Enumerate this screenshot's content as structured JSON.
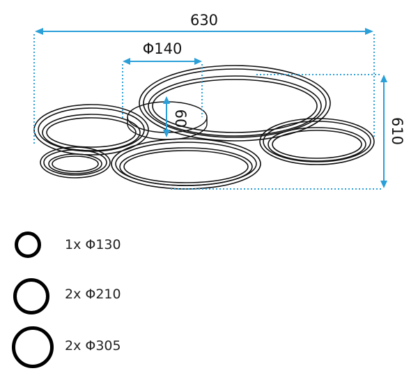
{
  "dimensions": {
    "overall_width": "630",
    "ring_diameter": "Φ140",
    "depth": "60",
    "overall_length": "610"
  },
  "legend": [
    {
      "label": "1x Φ130",
      "icon": "ring-icon-small"
    },
    {
      "label": "2x Φ210",
      "icon": "ring-icon-medium"
    },
    {
      "label": "2x Φ305",
      "icon": "ring-icon-large"
    }
  ],
  "colors": {
    "dimension_line": "#2a9fd8",
    "ring_outline": "#111111",
    "legend_ring": "#000000"
  }
}
